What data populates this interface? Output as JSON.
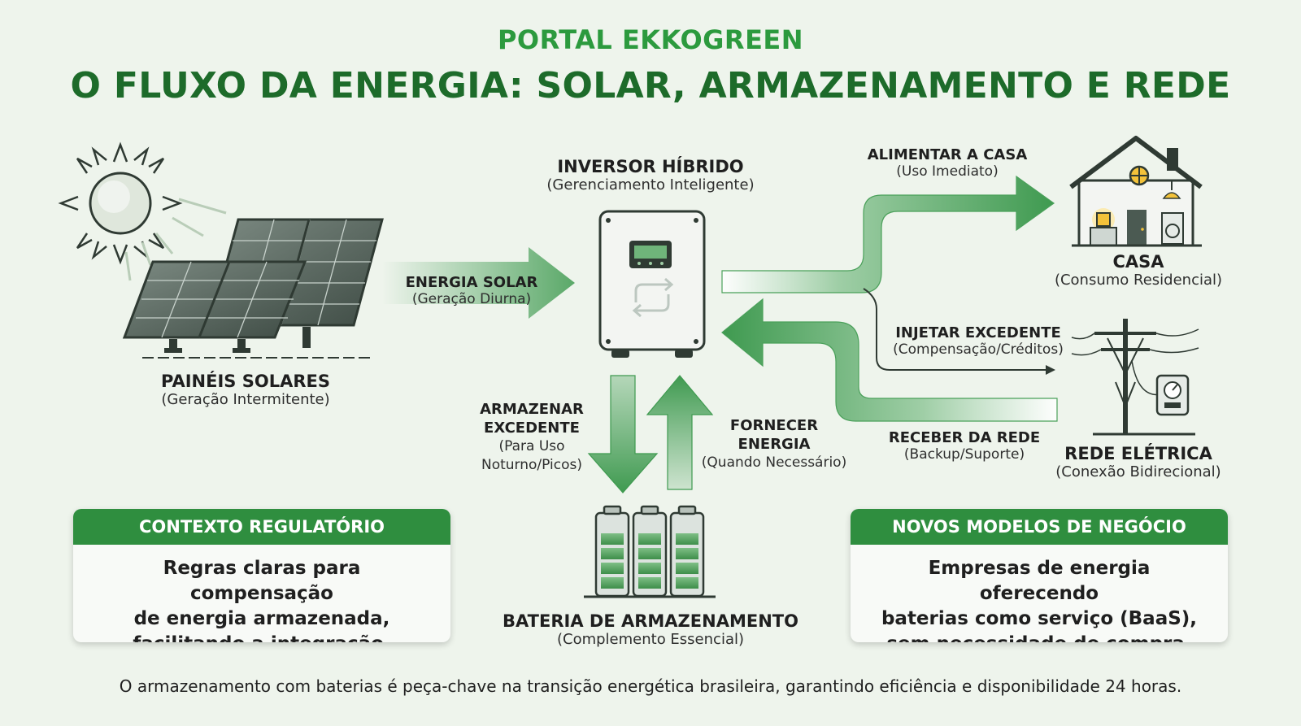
{
  "header": {
    "brand": "PORTAL EKKOGREEN",
    "title": "O FLUXO DA ENERGIA: SOLAR, ARMAZENAMENTO E REDE"
  },
  "nodes": {
    "solar_panels": {
      "label": "PAINÉIS SOLARES",
      "sub": "(Geração Intermitente)"
    },
    "inverter": {
      "label": "INVERSOR HÍBRIDO",
      "sub": "(Gerenciamento Inteligente)"
    },
    "house": {
      "label": "CASA",
      "sub": "(Consumo Residencial)"
    },
    "grid": {
      "label": "REDE ELÉTRICA",
      "sub": "(Conexão Bidirecional)"
    },
    "battery": {
      "label": "BATERIA DE ARMAZENAMENTO",
      "sub": "(Complemento Essencial)"
    }
  },
  "flows": {
    "solar_energy": {
      "label": "ENERGIA SOLAR",
      "sub": "(Geração Diurna)"
    },
    "feed_house": {
      "label": "ALIMENTAR A CASA",
      "sub": "(Uso Imediato)"
    },
    "inject_surplus": {
      "label": "INJETAR EXCEDENTE",
      "sub": "(Compensação/Créditos)"
    },
    "receive_grid": {
      "label": "RECEBER DA REDE",
      "sub": "(Backup/Suporte)"
    },
    "store_surplus": {
      "label_1": "ARMAZENAR",
      "label_2": "EXCEDENTE",
      "sub_1": "(Para Uso",
      "sub_2": "Noturno/Picos)"
    },
    "supply_energy": {
      "label_1": "FORNECER",
      "label_2": "ENERGIA",
      "sub": "(Quando Necessário)"
    }
  },
  "cards": {
    "regulatory": {
      "title": "CONTEXTO REGULATÓRIO",
      "line_1": "Regras claras para compensação",
      "line_2": "de energia armazenada,",
      "line_3": "facilitando a integração."
    },
    "business": {
      "title": "NOVOS MODELOS DE NEGÓCIO",
      "line_1": "Empresas de energia oferecendo",
      "line_2": "baterias como serviço (BaaS),",
      "line_3": "sem necessidade de compra."
    }
  },
  "footer": "O armazenamento com baterias é peça-chave na transição energética brasileira, garantindo eficiência e disponibilidade 24 horas.",
  "colors": {
    "background": "#eef4ec",
    "brand_green": "#2c9a3e",
    "title_green": "#1d6b2a",
    "card_header": "#2f8e3f",
    "arrow_green": "#4aa05a",
    "icon_dark": "#2f3a33"
  }
}
